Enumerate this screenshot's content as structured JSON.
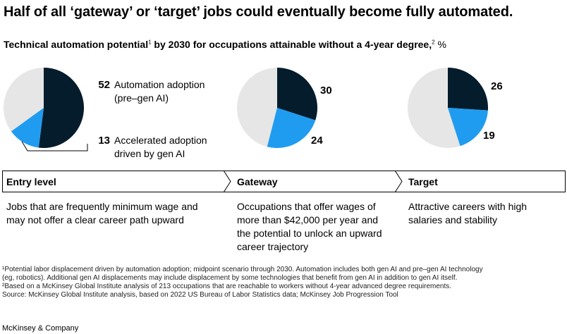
{
  "title": "Half of all ‘gateway’ or ‘target’ jobs could eventually become fully automated.",
  "subtitle": {
    "bold_text": "Technical automation potential",
    "sup1": "1",
    "bold_text2": " by 2030 for occupations attainable without a 4-year degree,",
    "sup2": "2",
    "unit": " %"
  },
  "legend": {
    "series1_label_line1": "Automation adoption",
    "series1_label_line2": "(pre–gen AI)",
    "series2_label_line1": "Accelerated adoption",
    "series2_label_line2": "driven by gen AI"
  },
  "colors": {
    "pre_gen_ai": "#051c2c",
    "gen_ai": "#1f9cf0",
    "remaining": "#e6e6e6"
  },
  "chart_data": {
    "type": "pie",
    "unit": "%",
    "series": [
      {
        "name": "Automation adoption (pre–gen AI)"
      },
      {
        "name": "Accelerated adoption driven by gen AI"
      }
    ],
    "pies": [
      {
        "category": "Entry level",
        "pre_gen_ai": 52,
        "gen_ai": 13
      },
      {
        "category": "Gateway",
        "pre_gen_ai": 30,
        "gen_ai": 24
      },
      {
        "category": "Target",
        "pre_gen_ai": 26,
        "gen_ai": 19
      }
    ]
  },
  "stages": [
    {
      "name": "Entry level",
      "description": "Jobs that are frequently minimum wage and may not offer a clear career path upward"
    },
    {
      "name": "Gateway",
      "description": "Occupations that offer wages of more than $42,000 per year and the potential to unlock an upward career trajectory"
    },
    {
      "name": "Target",
      "description": "Attractive careers with high salaries and stability"
    }
  ],
  "footnotes": {
    "note1_line1": "¹Potential labor displacement driven by automation adoption; midpoint scenario through 2030. Automation includes both gen AI and pre–gen AI technology",
    "note1_line2": "(eg, robotics). Additional gen AI displacements may include displacement by some technologies that benefit from gen AI in addition to gen AI itself.",
    "note2": "²Based on a McKinsey Global Institute analysis of 213 occupations that are reachable to workers without 4-year advanced degree requirements.",
    "source": "Source: McKinsey Global Institute analysis, based on 2022 US Bureau of Labor Statistics data; McKinsey Job Progression Tool"
  },
  "brand": "McKinsey & Company"
}
